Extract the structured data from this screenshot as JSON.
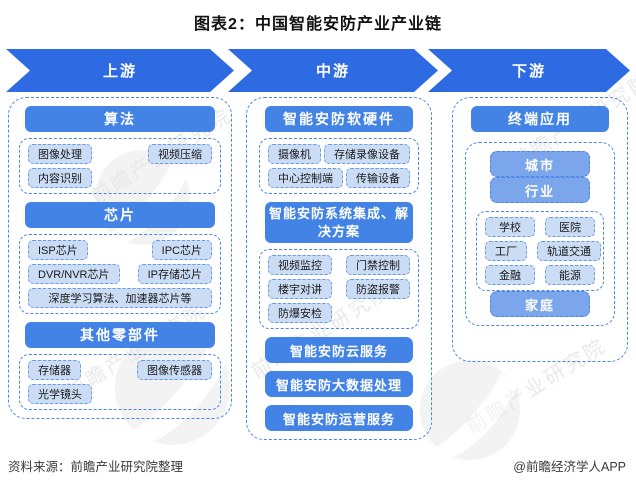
{
  "title": "图表2：中国智能安防产业产业链",
  "stages": [
    {
      "label": "上游"
    },
    {
      "label": "中游"
    },
    {
      "label": "下游"
    }
  ],
  "upstream": {
    "sections": [
      {
        "header": "算法",
        "items": [
          "图像处理",
          "视频压缩",
          "内容识别"
        ]
      },
      {
        "header": "芯片",
        "items": [
          "ISP芯片",
          "IPC芯片",
          "DVR/NVR芯片",
          "IP存储芯片",
          "深度学习算法、加速器芯片等"
        ]
      },
      {
        "header": "其他零部件",
        "items": [
          "存储器",
          "图像传感器",
          "光学镜头"
        ]
      }
    ]
  },
  "midstream": {
    "sections": [
      {
        "header": "智能安防软硬件",
        "items": [
          "摄像机",
          "存储录像设备",
          "中心控制端",
          "传输设备"
        ]
      },
      {
        "header": "智能安防系统集成、解决方案",
        "items": [
          "视频监控",
          "门禁控制",
          "楼宇对讲",
          "防盗报警",
          "防爆安检"
        ]
      }
    ],
    "service_bars": [
      "智能安防云服务",
      "智能安防大数据处理",
      "智能安防运营服务"
    ]
  },
  "downstream": {
    "header": "终端应用",
    "city": "城市",
    "industry": "行业",
    "industry_items": [
      "学校",
      "医院",
      "工厂",
      "轨道交通",
      "金融",
      "能源"
    ],
    "home": "家庭"
  },
  "footer": {
    "source": "资料来源：前瞻产业研究院整理",
    "attribution": "@前瞻经济学人APP"
  },
  "watermark": {
    "text": "前瞻产业研究院"
  },
  "colors": {
    "arrow_blue": "#2E6AE1",
    "header_blue": "#4483E6",
    "medium_blue": "#7CA6EC",
    "item_fill": "#CBDCF5",
    "item_border": "#6B9AE0",
    "dashed_border": "#4A86E8"
  }
}
